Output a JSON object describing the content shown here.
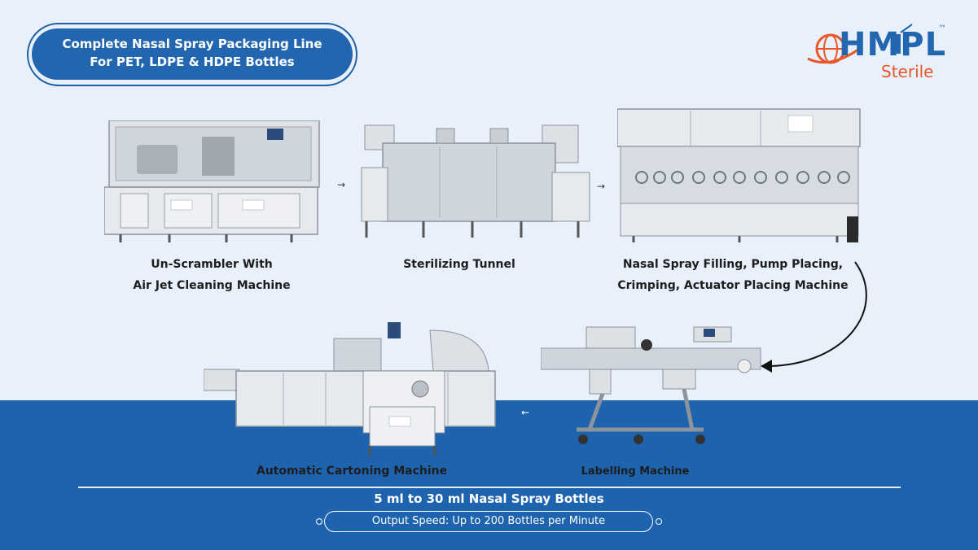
{
  "header": {
    "title_line1": "Complete Nasal Spray Packaging Line",
    "title_line2": "For PET, LDPE & HDPE Bottles"
  },
  "logo": {
    "main": "HMPL",
    "sub": "Sterile",
    "tm": "™",
    "icon": "globe-icon"
  },
  "machines": {
    "unscrambler": {
      "line1": "Un-Scrambler With",
      "line2": "Air Jet Cleaning Machine"
    },
    "tunnel": {
      "label": "Sterilizing Tunnel"
    },
    "filling": {
      "line1": "Nasal Spray Filling, Pump Placing,",
      "line2": "Crimping, Actuator Placing Machine"
    },
    "labelling": {
      "label": "Labelling Machine"
    },
    "cartoning": {
      "label": "Automatic Cartoning Machine"
    }
  },
  "footer": {
    "bottles": "5 ml to 30 ml Nasal Spray Bottles",
    "speed": "Output Speed: Up to 200 Bottles per Minute"
  },
  "colors": {
    "brand_blue": "#2366b0",
    "accent_orange": "#e8562a",
    "background_light": "#e8f1fb",
    "background_blue": "#1e63ad"
  }
}
